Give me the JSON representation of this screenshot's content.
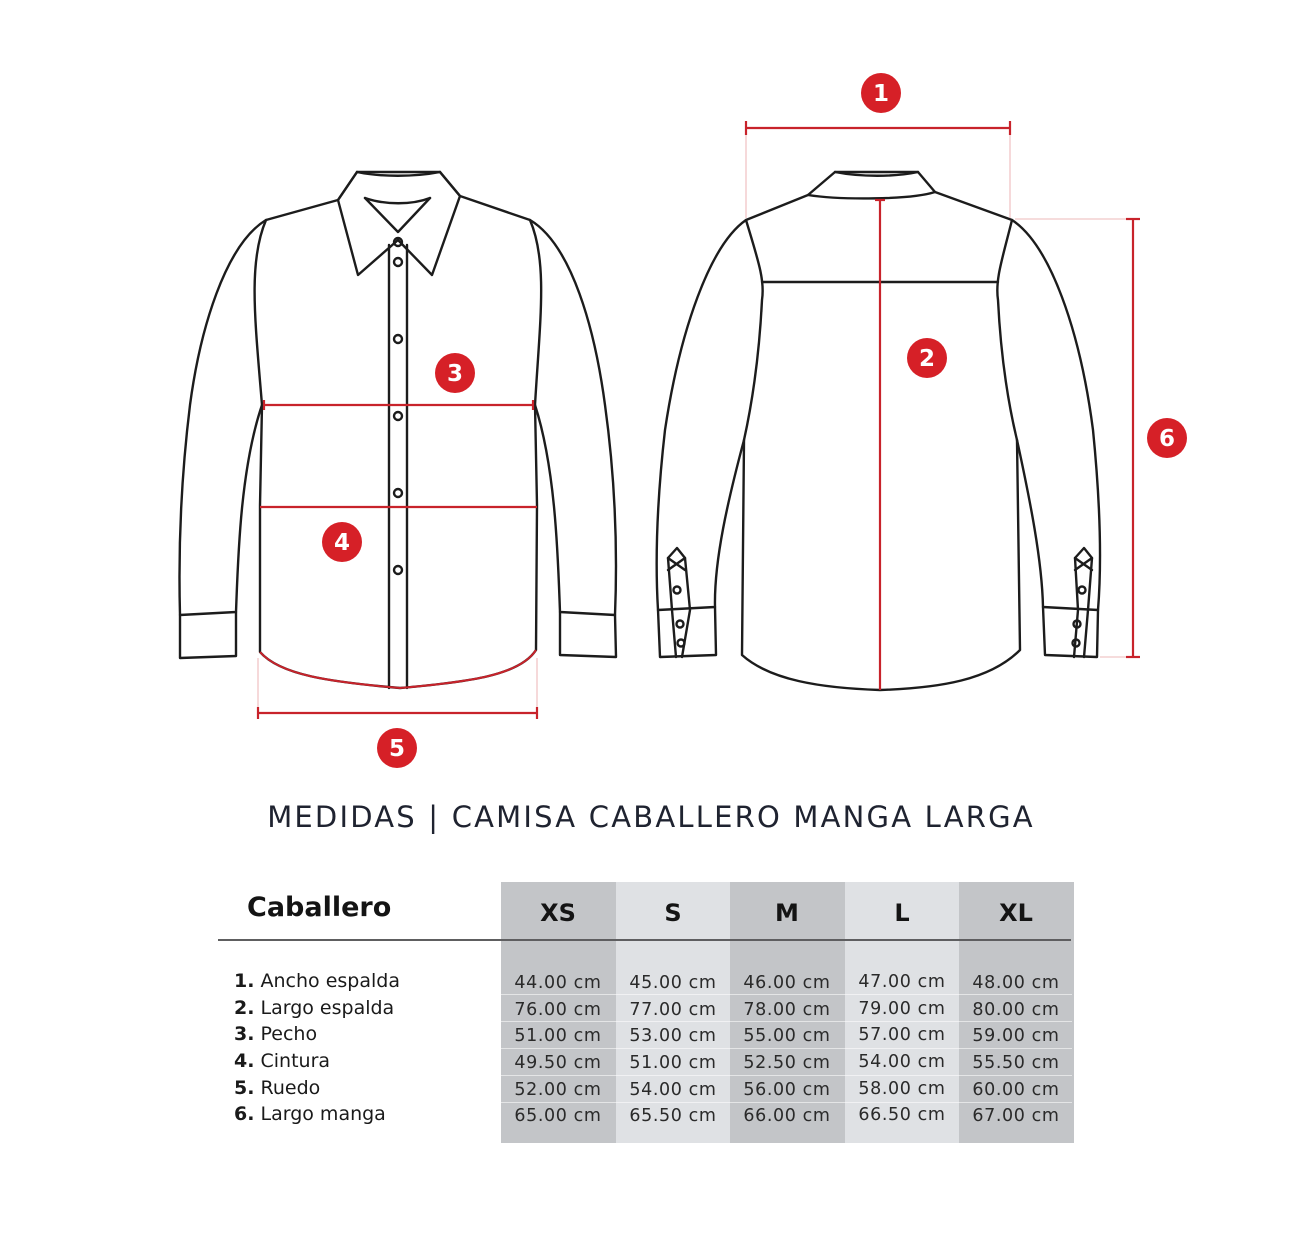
{
  "colors": {
    "accent_red": "#d62027",
    "line_dark": "#1c1c1c",
    "column_dark": "#c3c5c8",
    "column_light": "#dfe1e4"
  },
  "diagram": {
    "front_view": "shirt-front-outline",
    "back_view": "shirt-back-outline",
    "markers": [
      {
        "number": "1",
        "measure": "Ancho espalda"
      },
      {
        "number": "2",
        "measure": "Largo espalda"
      },
      {
        "number": "3",
        "measure": "Pecho"
      },
      {
        "number": "4",
        "measure": "Cintura"
      },
      {
        "number": "5",
        "measure": "Ruedo"
      },
      {
        "number": "6",
        "measure": "Largo manga"
      }
    ]
  },
  "title": "MEDIDAS | CAMISA CABALLERO MANGA LARGA",
  "table": {
    "heading": "Caballero",
    "sizes": [
      "XS",
      "S",
      "M",
      "L",
      "XL"
    ],
    "rows": [
      {
        "num": "1.",
        "label": "Ancho espalda",
        "values": [
          "44.00 cm",
          "45.00 cm",
          "46.00 cm",
          "47.00 cm",
          "48.00 cm"
        ]
      },
      {
        "num": "2.",
        "label": "Largo espalda",
        "values": [
          "76.00 cm",
          "77.00 cm",
          "78.00 cm",
          "79.00 cm",
          "80.00 cm"
        ]
      },
      {
        "num": "3.",
        "label": "Pecho",
        "values": [
          "51.00 cm",
          "53.00 cm",
          "55.00 cm",
          "57.00 cm",
          "59.00 cm"
        ]
      },
      {
        "num": "4.",
        "label": "Cintura",
        "values": [
          "49.50 cm",
          "51.00 cm",
          "52.50 cm",
          "54.00 cm",
          "55.50 cm"
        ]
      },
      {
        "num": "5.",
        "label": "Ruedo",
        "values": [
          "52.00 cm",
          "54.00 cm",
          "56.00 cm",
          "58.00 cm",
          "60.00 cm"
        ]
      },
      {
        "num": "6.",
        "label": "Largo manga",
        "values": [
          "65.00 cm",
          "65.50 cm",
          "66.00 cm",
          "66.50 cm",
          "67.00 cm"
        ]
      }
    ]
  }
}
